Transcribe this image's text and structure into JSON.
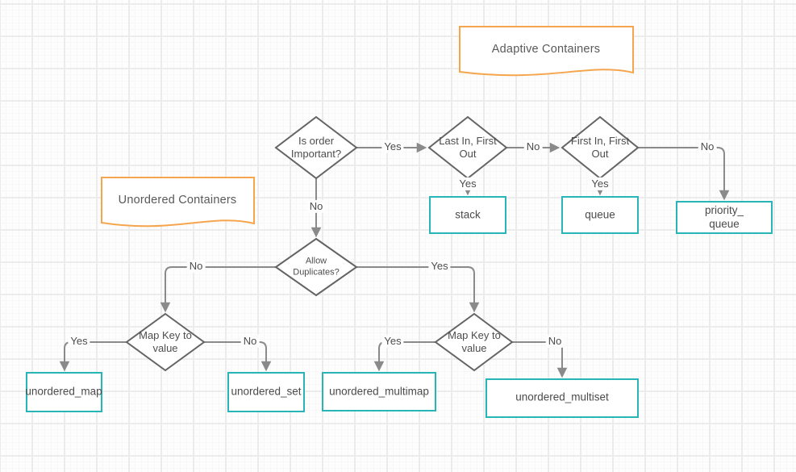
{
  "colors": {
    "banner_border": "#f5a64d",
    "result_border": "#28b5b8",
    "connector_gray": "#8a8a8a",
    "shape_border_gray": "#646464",
    "text_gray": "#4d4d4d"
  },
  "banners": {
    "adaptive": "Adaptive Containers",
    "unordered": "Unordered Containers"
  },
  "decisions": {
    "is_order": "Is order Important?",
    "lifo": "Last In, First Out",
    "fifo": "First In, First Out",
    "allow_dup": "Allow Duplicates?",
    "map_key_left": "Map Key to value",
    "map_key_right": "Map Key to value"
  },
  "results": {
    "stack": "stack",
    "queue": "queue",
    "priority_queue": "priority_ queue",
    "unordered_map": "unordered_map",
    "unordered_set": "unordered_set",
    "unordered_multimap": "unordered_multimap",
    "unordered_multiset": "unordered_multiset"
  },
  "edges": {
    "is_order_yes": "Yes",
    "lifo_no": "No",
    "fifo_no": "No",
    "lifo_yes": "Yes",
    "fifo_yes": "Yes",
    "is_order_no": "No",
    "dup_no": "No",
    "dup_yes": "Yes",
    "map_left_yes": "Yes",
    "map_left_no": "No",
    "map_right_yes": "Yes",
    "map_right_no": "No"
  }
}
